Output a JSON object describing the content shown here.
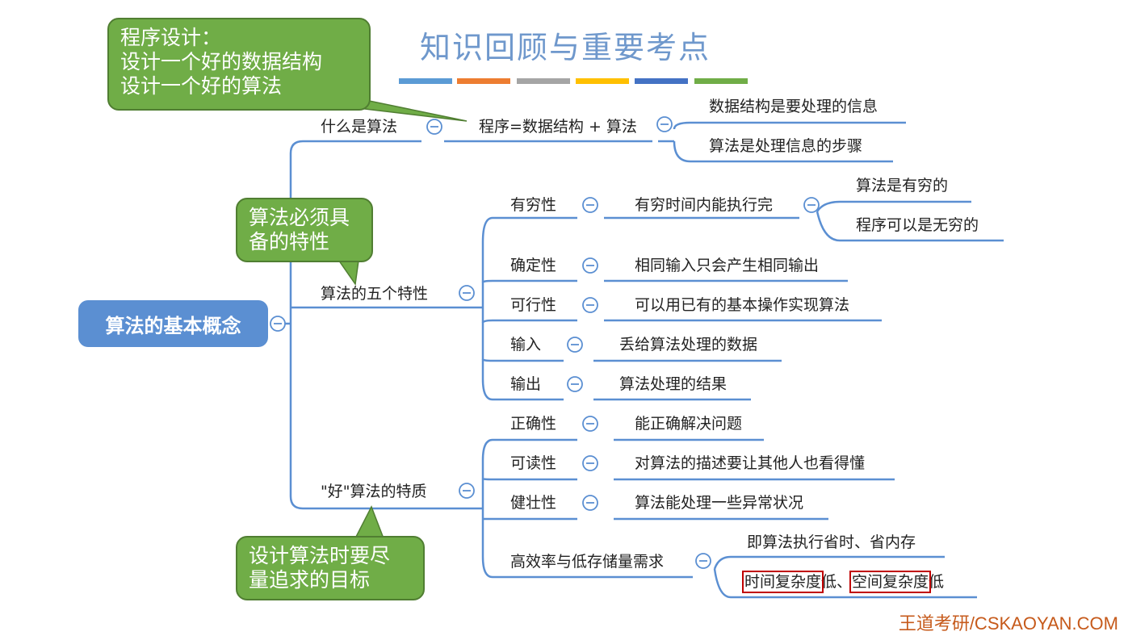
{
  "title": "知识回顾与重要考点",
  "colors": {
    "accent_blue": "#5b8fd2",
    "title_blue": "#6f98cc",
    "callout_green": "#70ad47",
    "highlight_red": "#c00000",
    "footer_orange": "#c65a1b",
    "title_bars": [
      "#5b9bd5",
      "#ed7d31",
      "#a5a5a5",
      "#ffc000",
      "#4472c4",
      "#70ad47"
    ]
  },
  "root": "算法的基本概念",
  "branches": {
    "what_is": {
      "label": "什么是算法",
      "child": "程序=数据结构 + 算法",
      "leaves": [
        "数据结构是要处理的信息",
        "算法是处理信息的步骤"
      ]
    },
    "five_traits": {
      "label": "算法的五个特性",
      "items": [
        {
          "label": "有穷性",
          "desc": "有穷时间内能执行完",
          "leaves": [
            "算法是有穷的",
            "程序可以是无穷的"
          ]
        },
        {
          "label": "确定性",
          "desc": "相同输入只会产生相同输出"
        },
        {
          "label": "可行性",
          "desc": "可以用已有的基本操作实现算法"
        },
        {
          "label": "输入",
          "desc": "丢给算法处理的数据"
        },
        {
          "label": "输出",
          "desc": "算法处理的结果"
        }
      ]
    },
    "good_traits": {
      "label": "\"好\"算法的特质",
      "items": [
        {
          "label": "正确性",
          "desc": "能正确解决问题"
        },
        {
          "label": "可读性",
          "desc": "对算法的描述要让其他人也看得懂"
        },
        {
          "label": "健壮性",
          "desc": "算法能处理一些异常状况"
        },
        {
          "label": "高效率与低存储量需求",
          "leaves": [
            "即算法执行省时、省内存"
          ]
        }
      ],
      "highlight_line": {
        "part1": "时间复杂度",
        "sep1": "低、",
        "part2": "空间复杂度",
        "sep2": "低"
      }
    }
  },
  "callouts": {
    "program_design": "程序设计：\n设计一个好的数据结构\n设计一个好的算法",
    "must_have": "算法必须具\n备的特性",
    "design_goal": "设计算法时要尽\n量追求的目标"
  },
  "footer": "王道考研/CSKAOYAN.COM"
}
